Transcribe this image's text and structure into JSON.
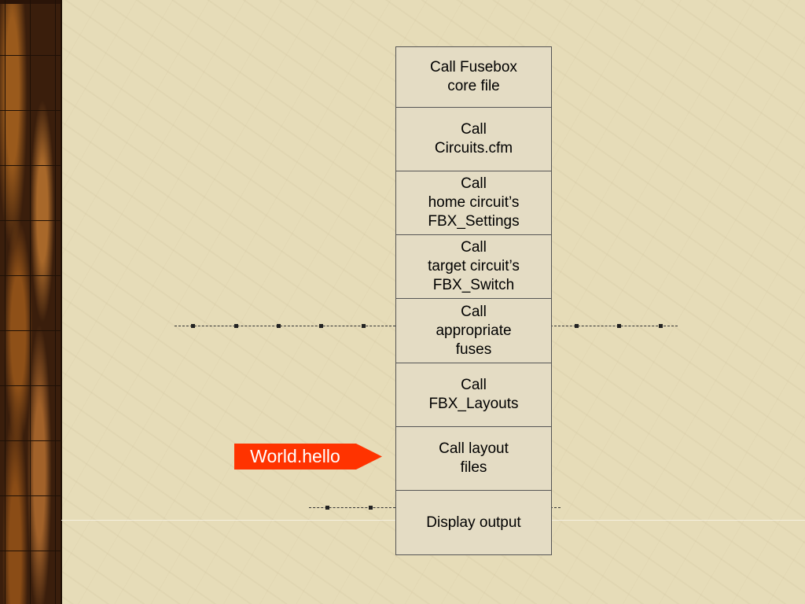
{
  "steps": [
    "Call Fusebox\ncore file",
    "Call\nCircuits.cfm",
    "Call\nhome circuit’s\nFBX_Settings",
    "Call\ntarget circuit’s\nFBX_Switch",
    "Call\nappropriate\nfuses",
    "Call\nFBX_Layouts",
    "Call layout\nfiles",
    "Display output"
  ],
  "callout": "World.hello",
  "colors": {
    "callout_bg": "#ff3300",
    "box_bg": "#e4dcc4",
    "background": "#e6dcb8"
  }
}
